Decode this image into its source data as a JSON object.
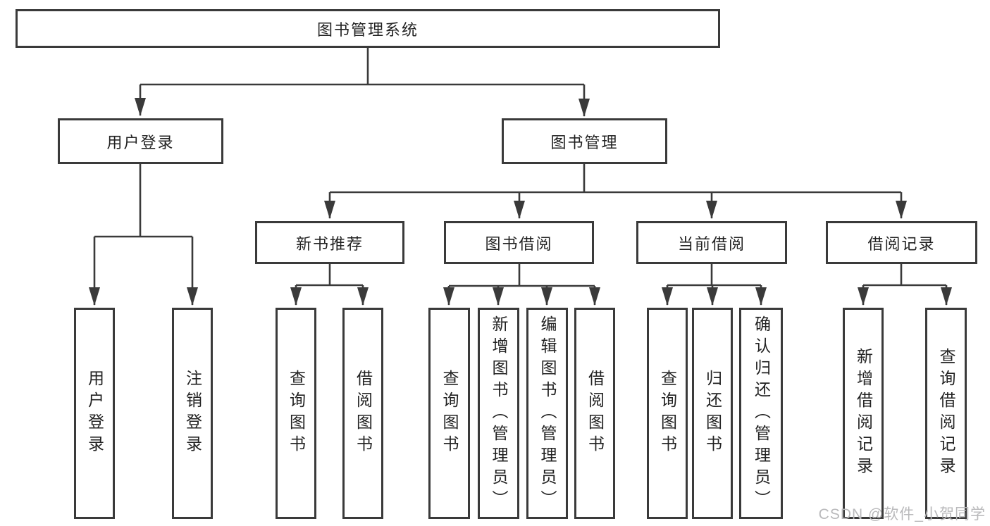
{
  "root": {
    "label": "图书管理系统"
  },
  "level2": [
    {
      "label": "用户登录",
      "parent": "图书管理系统"
    },
    {
      "label": "图书管理",
      "parent": "图书管理系统"
    }
  ],
  "level3": [
    {
      "label": "新书推荐",
      "parent": "图书管理"
    },
    {
      "label": "图书借阅",
      "parent": "图书管理"
    },
    {
      "label": "当前借阅",
      "parent": "图书管理"
    },
    {
      "label": "借阅记录",
      "parent": "图书管理"
    }
  ],
  "leaves": [
    {
      "label": "用户登录",
      "parent": "用户登录"
    },
    {
      "label": "注销登录",
      "parent": "用户登录"
    },
    {
      "label": "查询图书",
      "parent": "新书推荐"
    },
    {
      "label": "借阅图书",
      "parent": "新书推荐"
    },
    {
      "label": "查询图书",
      "parent": "图书借阅"
    },
    {
      "label": "新增图书（管理员）",
      "parent": "图书借阅"
    },
    {
      "label": "编辑图书（管理员）",
      "parent": "图书借阅"
    },
    {
      "label": "借阅图书",
      "parent": "图书借阅"
    },
    {
      "label": "查询图书",
      "parent": "当前借阅"
    },
    {
      "label": "归还图书",
      "parent": "当前借阅"
    },
    {
      "label": "确认归还（管理员）",
      "parent": "当前借阅"
    },
    {
      "label": "新增借阅记录",
      "parent": "借阅记录"
    },
    {
      "label": "查询借阅记录",
      "parent": "借阅记录"
    }
  ],
  "watermark": {
    "text": "CSDN @软件_小贺同学"
  },
  "colors": {
    "line": "#3a3a3a",
    "box_border": "#3a3a3a",
    "text": "#222222",
    "watermark": "#b9b9bb",
    "background": "#ffffff"
  }
}
